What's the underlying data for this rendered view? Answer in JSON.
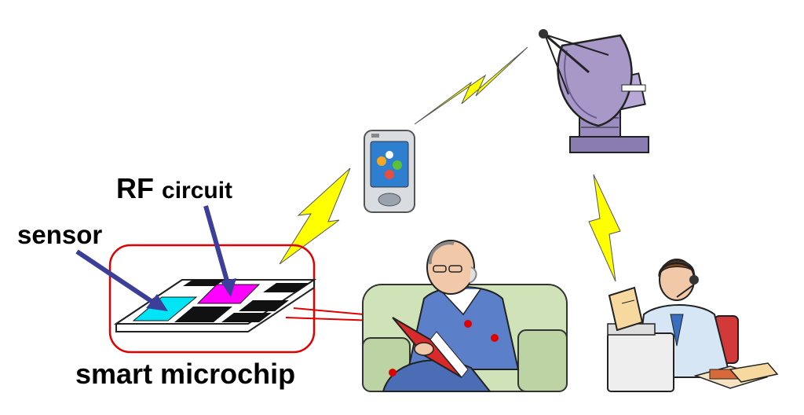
{
  "labels": {
    "rf_circuit_rf": "RF",
    "rf_circuit_word": "circuit",
    "sensor": "sensor",
    "smart_microchip": "smart microchip"
  },
  "colors": {
    "lightning": "#ffff00",
    "arrow": "#3b3f9a",
    "outline_red": "#e00000",
    "sensor_cyan": "#00e5f5",
    "rf_magenta": "#ff00ff",
    "dish_purple": "#a898c8",
    "pda_blue": "#2f7fd0"
  },
  "icons": [
    "satellite-dish-icon",
    "pda-icon",
    "elderly-man-reading-icon",
    "call-center-operator-icon",
    "microchip-icon"
  ]
}
